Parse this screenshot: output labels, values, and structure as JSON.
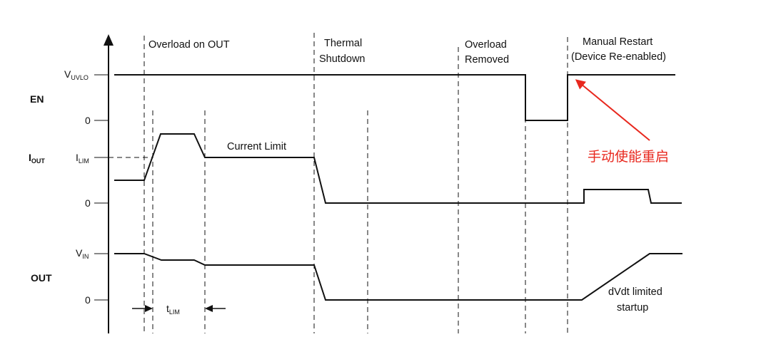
{
  "signals": {
    "en": "EN",
    "iout_main": "I",
    "iout_sub": "OUT",
    "out": "OUT"
  },
  "levels": {
    "vuvlo_main": "V",
    "vuvlo_sub": "UVLO",
    "zero": "0",
    "ilim_main": "I",
    "ilim_sub": "LIM",
    "vin_main": "V",
    "vin_sub": "IN"
  },
  "events": {
    "overload_on_out": "Overload on OUT",
    "thermal_line1": "Thermal",
    "thermal_line2": "Shutdown",
    "removed_line1": "Overload",
    "removed_line2": "Removed",
    "restart_line1": "Manual Restart",
    "restart_line2": "(Device Re-enabled)"
  },
  "annotations": {
    "current_limit": "Current Limit",
    "tlim_main": "t",
    "tlim_sub": "LIM",
    "dvdt_line1": "dVdt limited",
    "dvdt_line2": "startup",
    "manual_restart_cn": "手动使能重启"
  },
  "colors": {
    "trace": "#111111",
    "callout": "#e8281e"
  }
}
